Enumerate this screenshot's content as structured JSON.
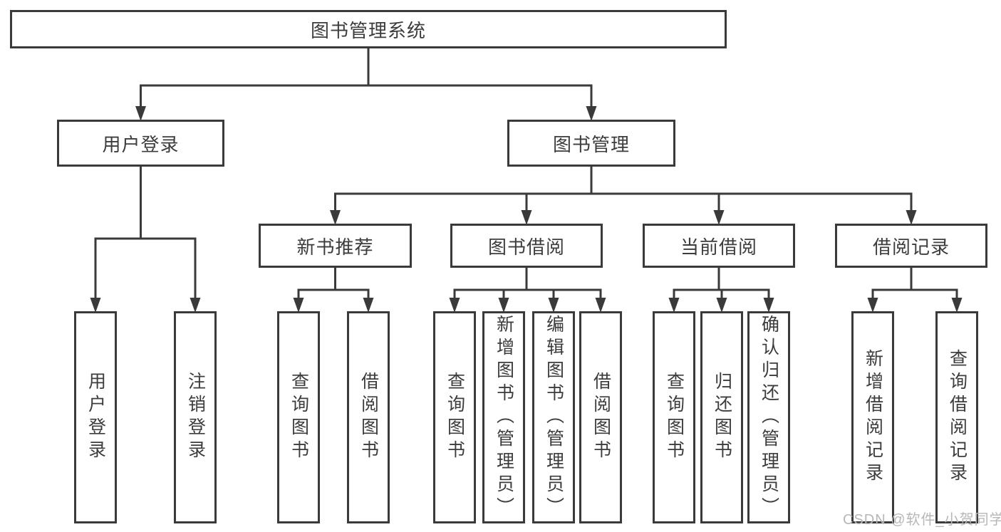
{
  "diagram": {
    "root": "图书管理系统",
    "branches": {
      "user_login": {
        "label": "用户登录",
        "children": [
          "用户登录",
          "注销登录"
        ]
      },
      "book_management": {
        "label": "图书管理",
        "sections": {
          "new_book": {
            "label": "新书推荐",
            "children": [
              "查询图书",
              "借阅图书"
            ]
          },
          "borrow": {
            "label": "图书借阅",
            "children": [
              "查询图书",
              "新增图书（管理员）",
              "编辑图书（管理员）",
              "借阅图书"
            ]
          },
          "current": {
            "label": "当前借阅",
            "children": [
              "查询图书",
              "归还图书",
              "确认归还（管理员）"
            ]
          },
          "records": {
            "label": "借阅记录",
            "children": [
              "新增借阅记录",
              "查询借阅记录"
            ]
          }
        }
      }
    }
  },
  "watermark": "CSDN @软件_小贺同学",
  "colors": {
    "line": "#3a3a3a",
    "text": "#3c3c3c",
    "background": "#ffffff",
    "watermark": "#b7b7b7"
  }
}
